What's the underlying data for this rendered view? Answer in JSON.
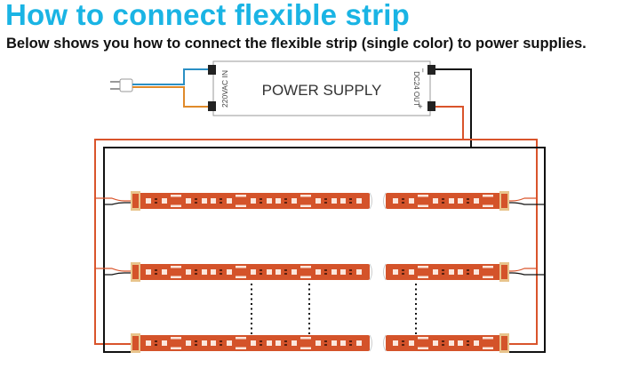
{
  "header": {
    "title": "How to connect flexible strip",
    "subtitle": "Below shows you how to connect the flexible strip (single color) to power supplies."
  },
  "power_supply": {
    "label": "POWER SUPPLY",
    "input_label": "220VAC IN",
    "output_label": "DC24 OUT",
    "negative_symbol": "−",
    "positive_symbol": "+"
  },
  "colors": {
    "title": "#1ab4e4",
    "wire_positive": "#d9542b",
    "wire_negative": "#111111",
    "ac_live": "#2a8fc4",
    "ac_neutral": "#e08a2a",
    "strip": "#d4532a",
    "strip_end": "#e8c48c",
    "led": "#fbe6dc"
  },
  "strip_rows": [
    {
      "name": "row-1"
    },
    {
      "name": "row-2"
    },
    {
      "name": "row-3"
    }
  ],
  "icons": {
    "plug": "plug-icon"
  }
}
